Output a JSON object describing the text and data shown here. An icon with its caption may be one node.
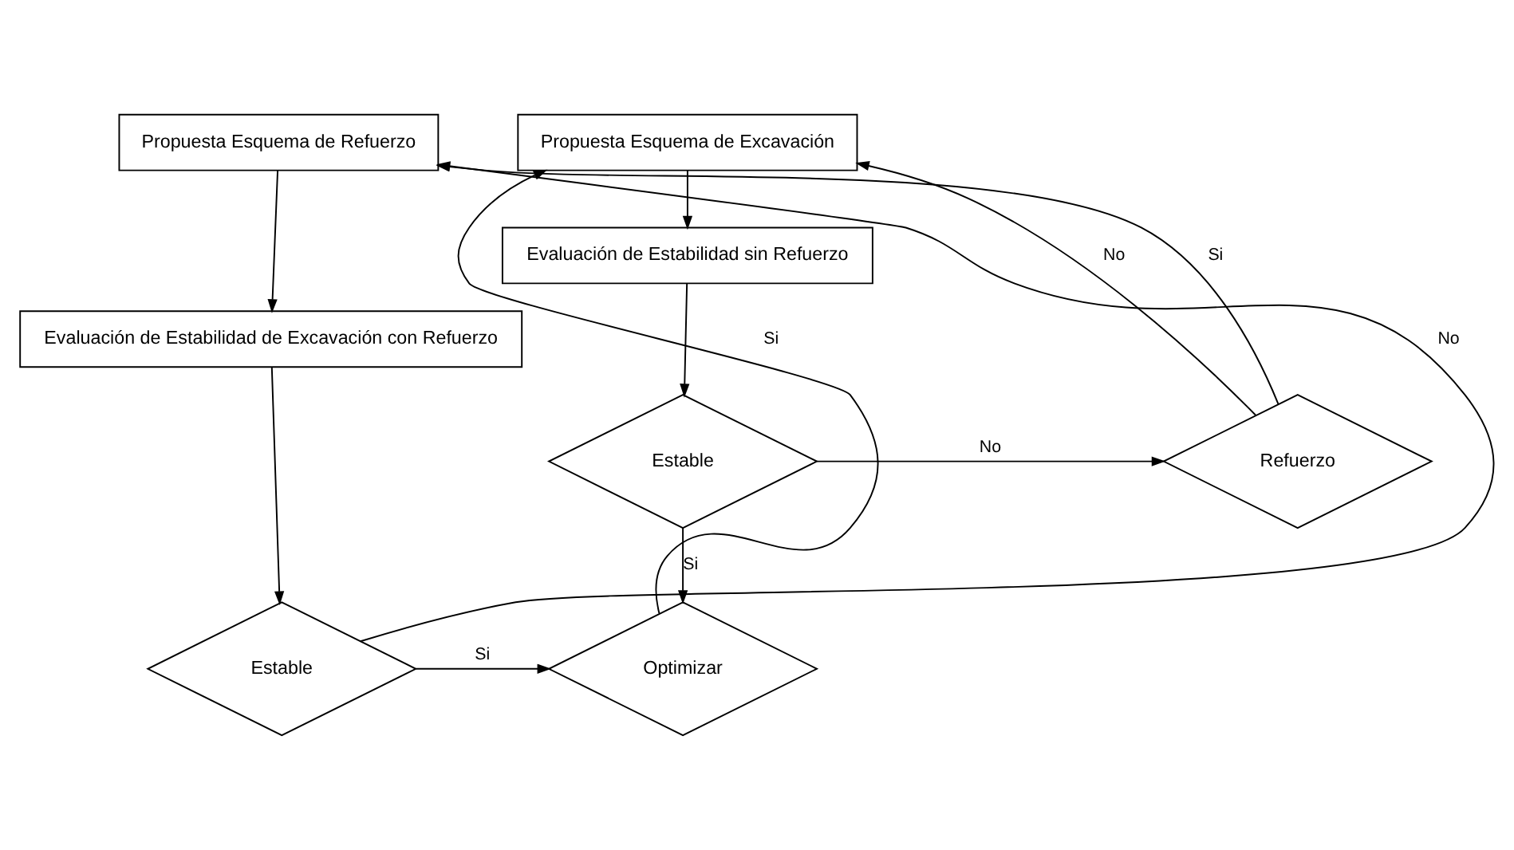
{
  "diagram": {
    "nodes": [
      {
        "text": [
          "Propuesta Esquema de Excavación"
        ]
      },
      {
        "text": [
          "Evaluación de Estabilidad sin Refuerzo"
        ]
      },
      {
        "text": [
          "Estable"
        ]
      },
      {
        "text": [
          "Refuerzo"
        ]
      },
      {
        "text": [
          "Propuesta Esquema de Refuerzo"
        ]
      },
      {
        "text": [
          "Evaluación de Estabilidad de Excavación con Refuerzo"
        ]
      },
      {
        "text": [
          "Optimizar"
        ]
      },
      {
        "text": [
          "Estable"
        ]
      }
    ],
    "edges": [
      {
        "from": 0,
        "to": 1,
        "arrow": "to"
      },
      {
        "from": 1,
        "to": 2,
        "arrow": "to"
      },
      {
        "from": 2,
        "to": 3,
        "label": "No",
        "arrow": "to"
      },
      {
        "from": 3,
        "to": 0,
        "label": "No",
        "arrow": "to"
      },
      {
        "from": 3,
        "to": 4,
        "label": "Si",
        "arrow": "to"
      },
      {
        "from": 4,
        "to": 5,
        "arrow": "to"
      },
      {
        "from": 5,
        "to": 7,
        "arrow": "to"
      },
      {
        "from": 7,
        "to": 4,
        "label": "No",
        "arrow": "to"
      },
      {
        "from": 7,
        "to": 6,
        "label": "Si",
        "arrow": "to"
      },
      {
        "from": 2,
        "to": 6,
        "label": "Si",
        "arrow": "to"
      },
      {
        "from": 6,
        "to": 0,
        "label": "Si",
        "arrow": "to"
      }
    ]
  }
}
